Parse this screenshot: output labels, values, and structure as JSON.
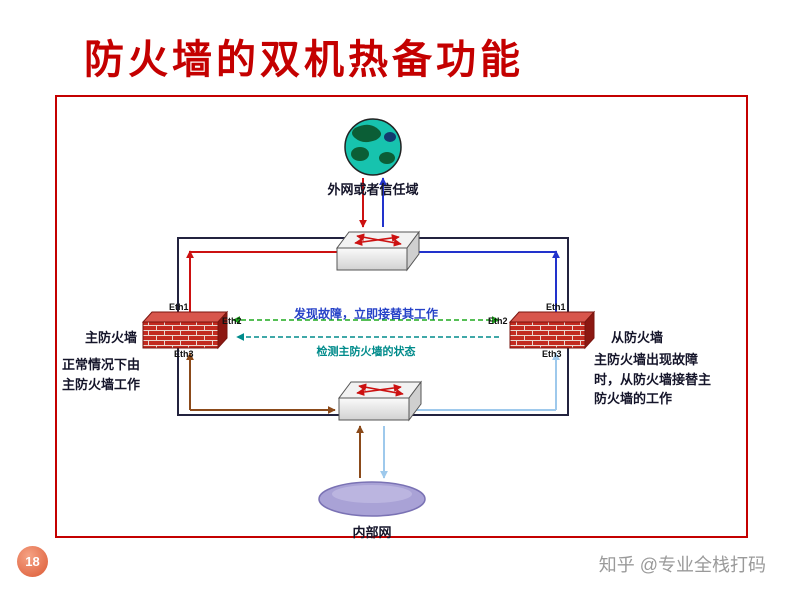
{
  "slide": {
    "title": "防火墙的双机热备功能",
    "page_number": "18",
    "watermark": "知乎 @专业全栈打码"
  },
  "diagram": {
    "external_network": "外网或者信任域",
    "internal_network": "内部网",
    "primary_firewall": "主防火墙",
    "secondary_firewall": "从防火墙",
    "ports": {
      "eth1": "Eth1",
      "eth2": "Eth2",
      "eth3": "Eth3"
    },
    "failover_text": "发现故障，立即接替其工作",
    "heartbeat_text": "检测主防火墙的状态",
    "primary_note": "正常情况下由\n主防火墙工作",
    "secondary_note": "主防火墙出现故障\n时，从防火墙接替主\n防火墙的工作",
    "icons": {
      "external_network": "earth-globe-icon",
      "switch": "switch-3d-box-icon",
      "firewall": "red-brick-wall-icon",
      "internal_network": "lavender-ellipse-shape"
    },
    "colors": {
      "title": "#c40000",
      "frame_border": "#c40000",
      "primary_uplink": "#cc1111",
      "secondary_uplink": "#2233cc",
      "primary_downlink": "#8b4a1a",
      "secondary_downlink": "#9ec9ec",
      "failover_link": "#1faa1f",
      "heartbeat_link": "#008b8b",
      "backbone_ring": "#23233f",
      "firewall_brick": "#c22b20",
      "globe": "#17c3ae",
      "internal_ellipse": "#a9a2d6",
      "page_badge": "#dc5a35"
    }
  }
}
